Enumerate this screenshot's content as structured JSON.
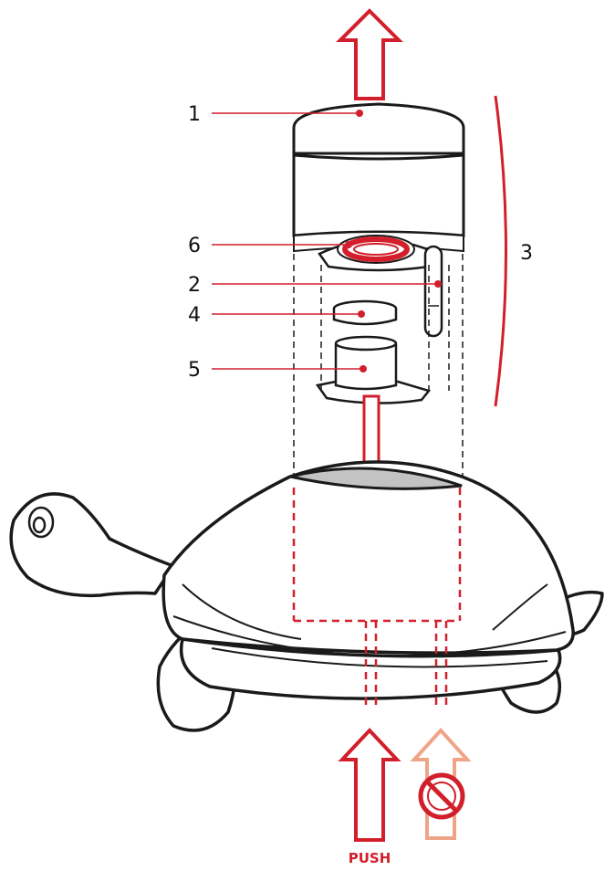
{
  "diagram": {
    "callouts": [
      {
        "id": "1",
        "label": "1"
      },
      {
        "id": "2",
        "label": "2"
      },
      {
        "id": "3",
        "label": "3"
      },
      {
        "id": "4",
        "label": "4"
      },
      {
        "id": "5",
        "label": "5"
      },
      {
        "id": "6",
        "label": "6"
      }
    ],
    "push_label": "PUSH",
    "colors": {
      "accent": "#d21f2b",
      "faded_accent": "#f0a487",
      "outline": "#1a1a1a",
      "shell_cap": "#c3c3c3"
    },
    "icons": [
      "up-arrow-icon",
      "no-entry-icon"
    ]
  }
}
